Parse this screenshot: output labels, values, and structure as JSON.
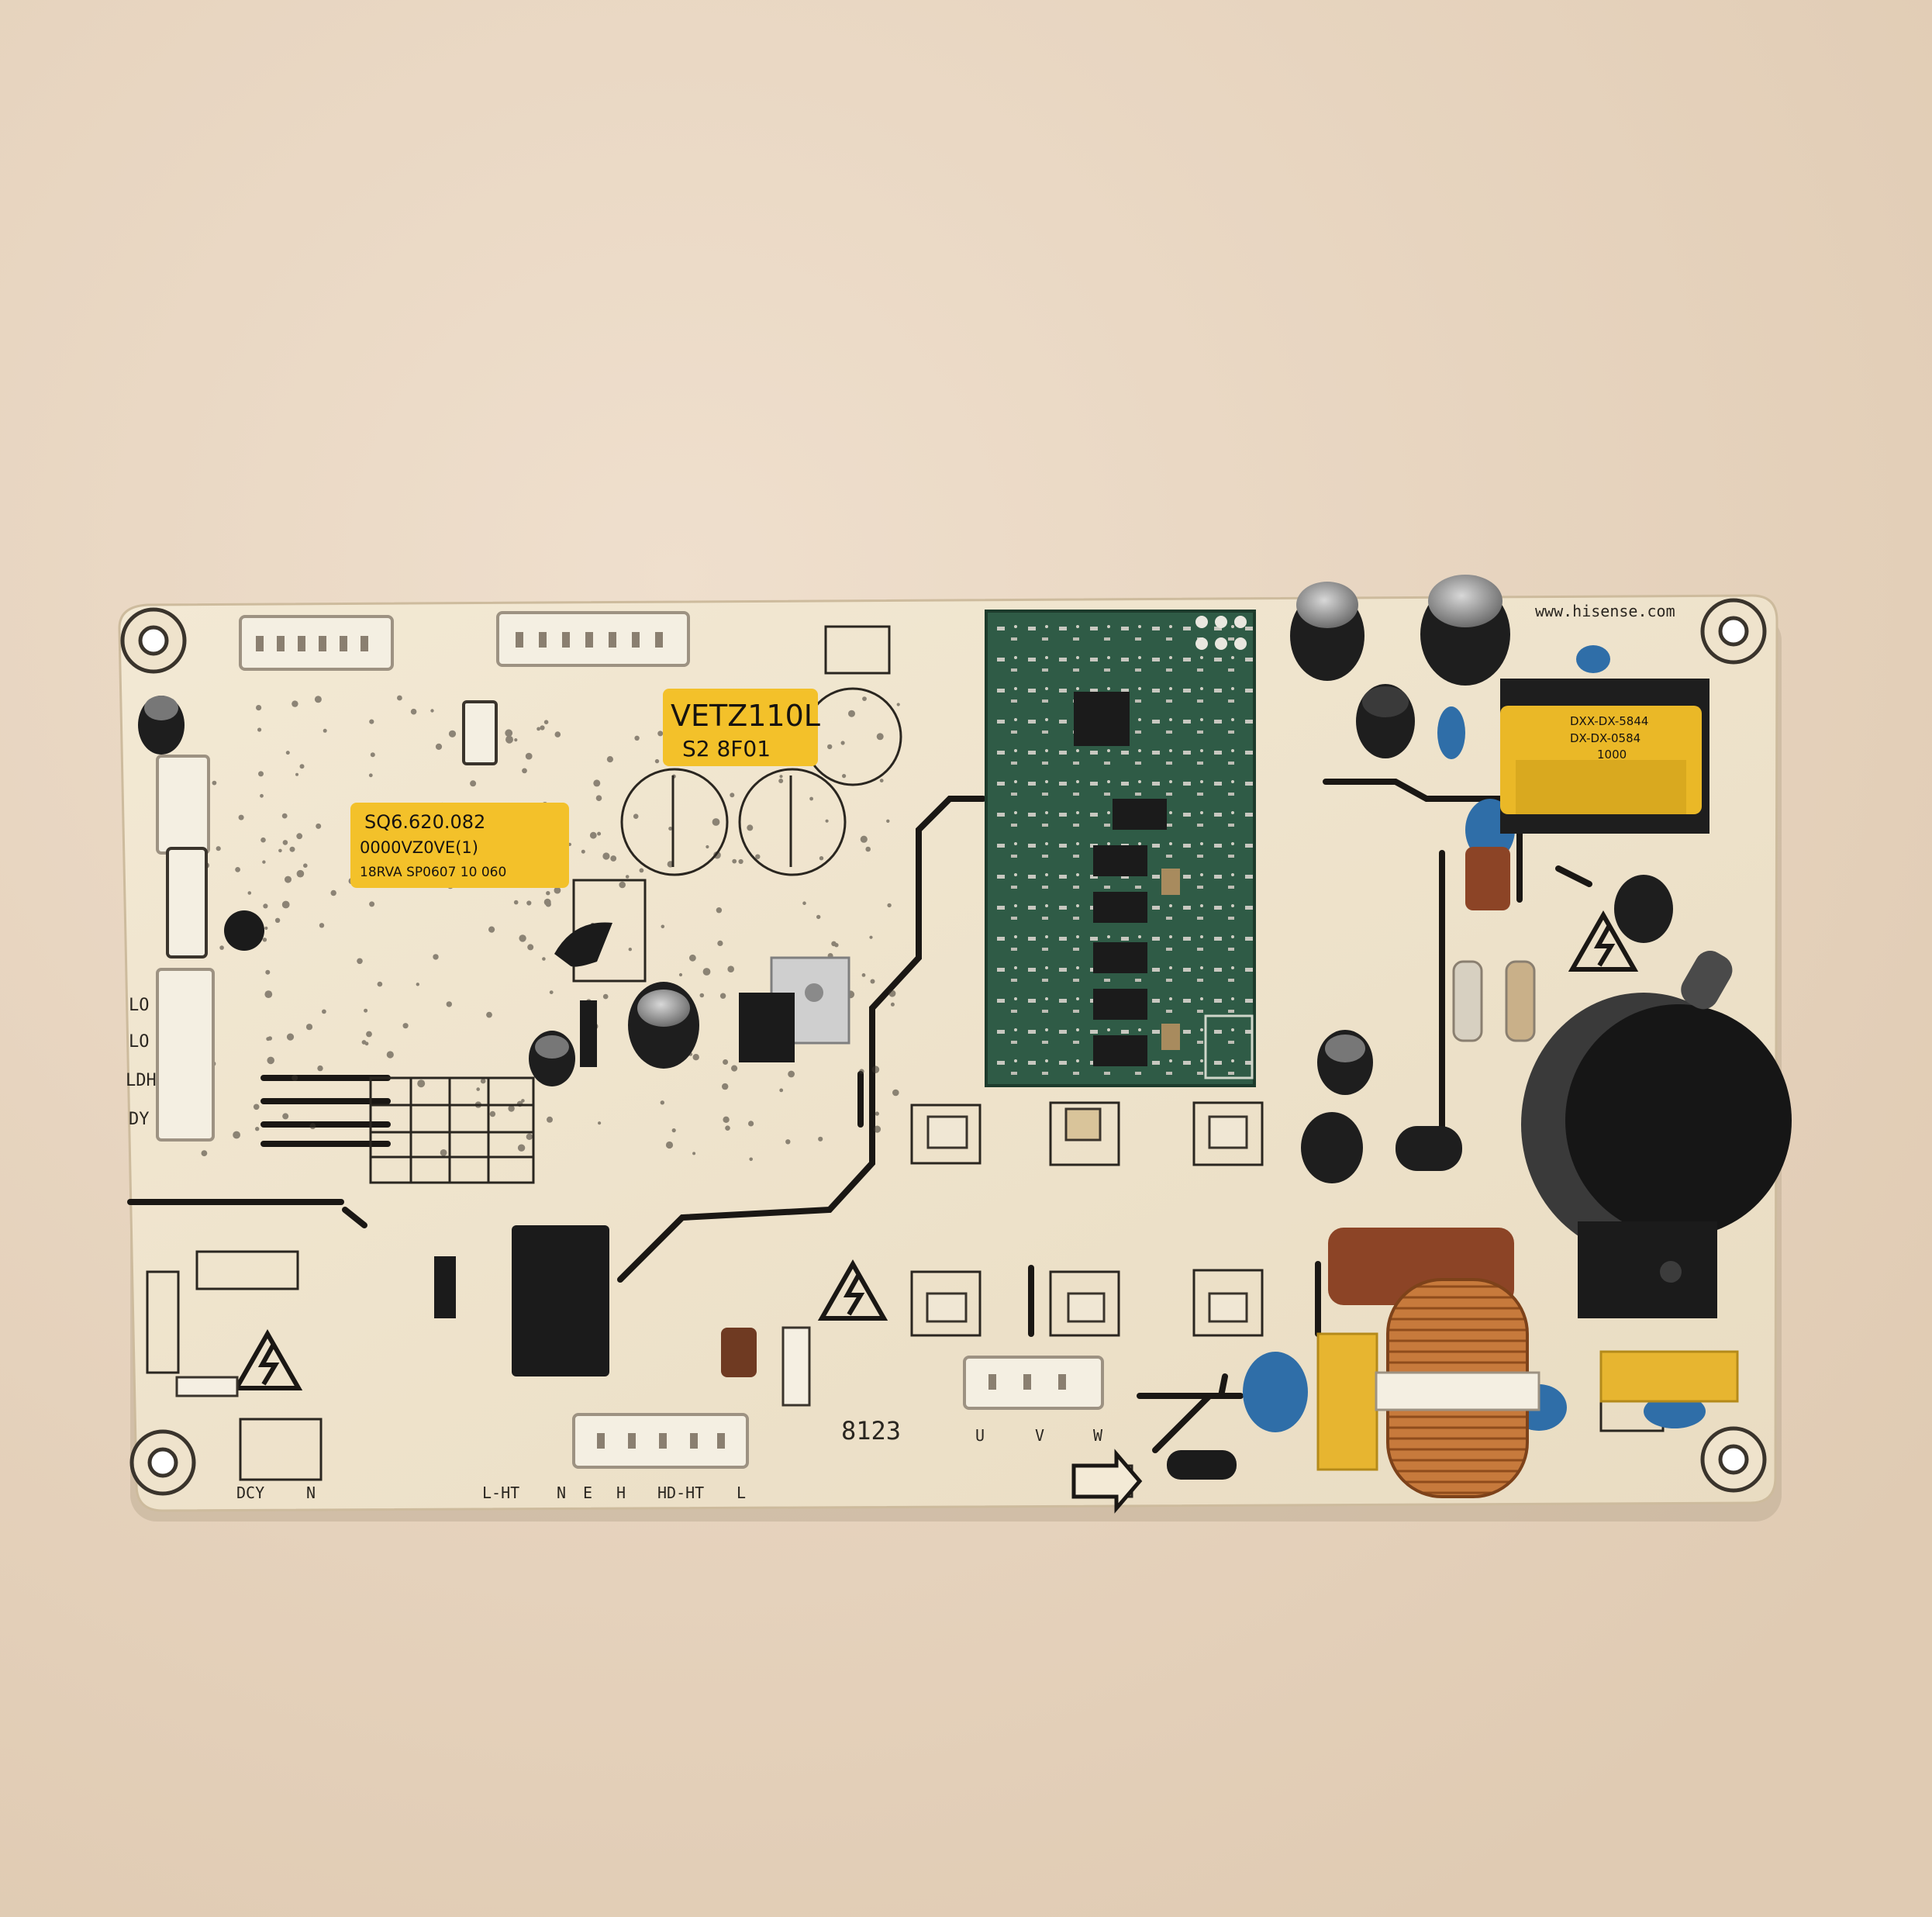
{
  "labels": {
    "model_line1": "VETZ110L",
    "model_line2": "S2  8F01",
    "serial_line1": "SQ6.620.082",
    "serial_line2": "0000VZ0VE(1)",
    "serial_line3": "18RVA SP0607 10 060",
    "transformer_line1": "DXX-DX-5844",
    "transformer_line2": "DX-DX-0584",
    "transformer_line3": "1000",
    "board_stamp": "8123"
  },
  "silkscreen": {
    "left_top": "LO",
    "left_mid": "LO",
    "left_low": "LDH",
    "left_bot": "DY",
    "bottom_left": "DCY",
    "bottom_n": "N",
    "bottom_ltt": "L-HT",
    "bottom_n2": "N",
    "bottom_e": "E",
    "bottom_h": "H",
    "bottom_hht": "HD-HT",
    "bottom_l": "L",
    "bottom_u": "U",
    "bottom_v": "V",
    "bottom_w": "W",
    "top_right": "www.hisense.com"
  },
  "colors": {
    "background": "#e9d9c6",
    "board": "#efe3cc",
    "module_pcb": "#2e5a45",
    "label_yellow": "#f3c12a",
    "copper": "#c77a3c"
  }
}
